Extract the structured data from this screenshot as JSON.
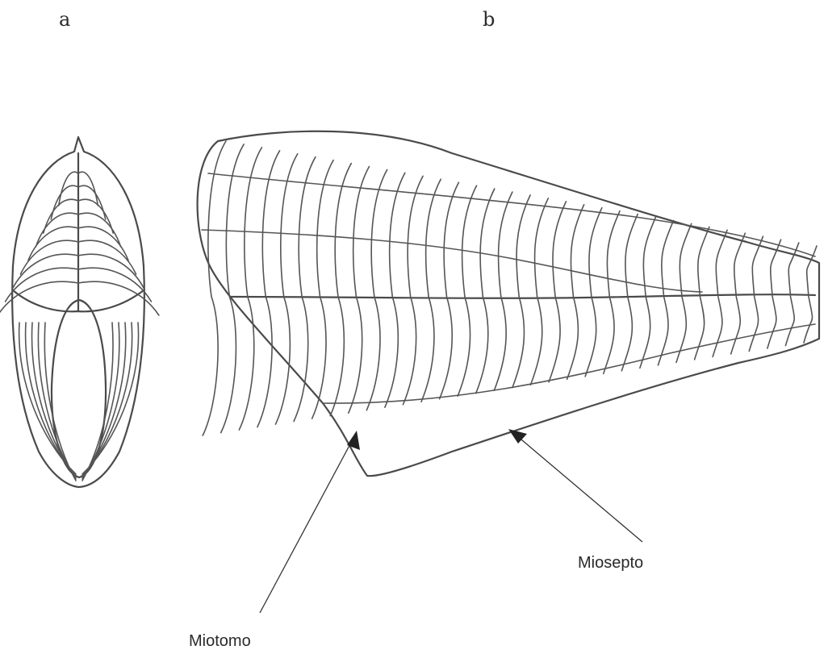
{
  "panels": {
    "a_label": "a",
    "b_label": "b"
  },
  "callouts": {
    "miosepto": "Miosepto",
    "miotomo": "Miotomo"
  },
  "colors": {
    "ink": "#4a4a4a",
    "background": "#ffffff"
  }
}
